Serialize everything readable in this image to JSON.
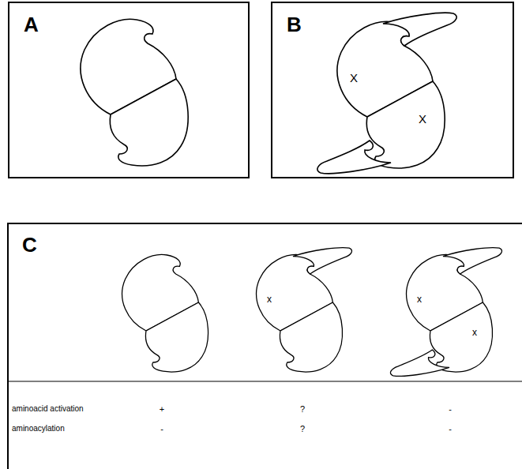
{
  "diagram": {
    "nodes": [
      {
        "text": [
          "A"
        ]
      },
      {
        "text": [
          "B"
        ]
      },
      {
        "text": [
          "C"
        ]
      }
    ],
    "labels": [
      "X",
      "X",
      "x",
      "x",
      "x",
      "aminoacid activation",
      "+",
      "?",
      "-",
      "aminoacylation",
      "-",
      "?",
      "-"
    ]
  }
}
